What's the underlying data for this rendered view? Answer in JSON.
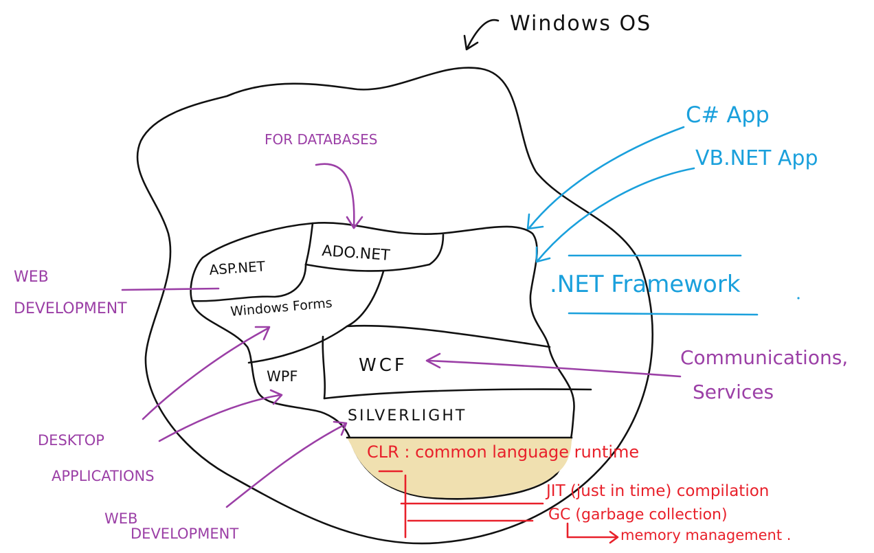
{
  "colors": {
    "black_ink": "#111111",
    "purple_ink": "#9b3fa6",
    "blue_ink": "#1aa0dc",
    "red_ink": "#e8202a",
    "clr_fill": "#f0e0b0"
  },
  "windows_os": {
    "label": "Windows OS"
  },
  "framework": {
    "label": ".NET Framework",
    "components": {
      "asp_net": "ASP.NET",
      "ado_net": "ADO.NET",
      "windows_forms": "Windows Forms",
      "wpf": "WPF",
      "wcf": "WCF",
      "silverlight": "SILVERLIGHT"
    }
  },
  "apps": {
    "csharp": "C# App",
    "vbnet": "VB.NET App"
  },
  "annotations": {
    "for_databases": "FOR DATABASES",
    "web_dev_top_line1": "WEB",
    "web_dev_top_line2": "DEVELOPMENT",
    "desktop_line1": "DESKTOP",
    "desktop_line2": "APPLICATIONS",
    "web_dev_bottom_line1": "WEB",
    "web_dev_bottom_line2": "DEVELOPMENT",
    "comm_line1": "Communications,",
    "comm_line2": "Services"
  },
  "clr": {
    "label": "CLR : common language runtime",
    "jit": "JIT (just in time) compilation",
    "gc": "GC (garbage collection)",
    "memory": "memory management ."
  }
}
